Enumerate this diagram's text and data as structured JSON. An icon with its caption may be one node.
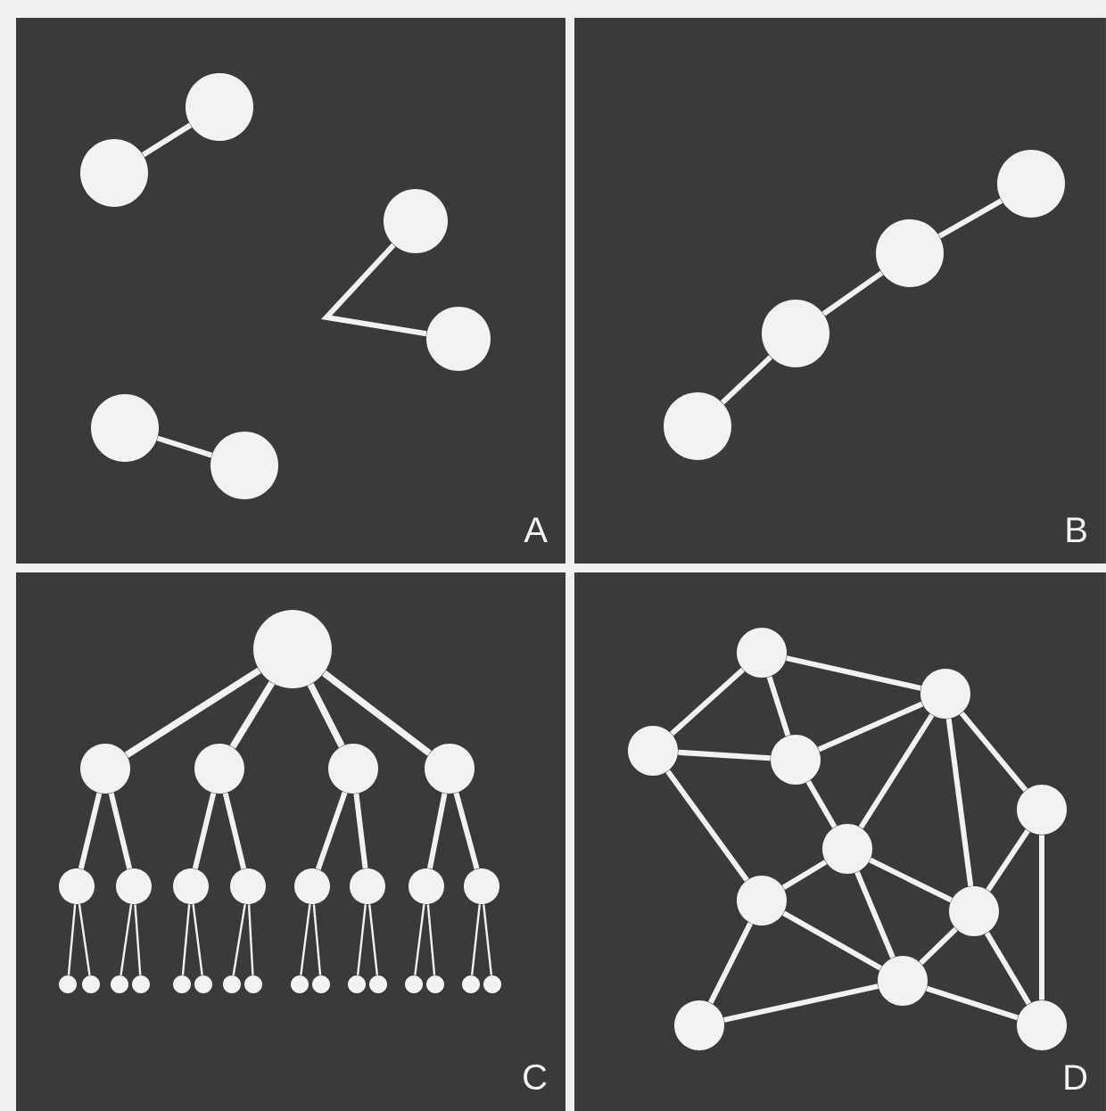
{
  "diagram": {
    "nodes": [
      {
        "text": [
          "A"
        ]
      },
      {
        "text": [],
        "shape": "circle",
        "in": 0
      },
      {
        "text": [],
        "shape": "circle",
        "in": 0
      },
      {
        "text": [],
        "shape": "circle",
        "in": 0
      },
      {
        "text": [],
        "shape": "circle",
        "in": 0
      },
      {
        "text": [],
        "shape": "circle",
        "in": 0
      },
      {
        "text": [],
        "shape": "circle",
        "in": 0
      },
      {
        "text": [
          "B"
        ]
      },
      {
        "text": [],
        "shape": "circle",
        "in": 7
      },
      {
        "text": [],
        "shape": "circle",
        "in": 7
      },
      {
        "text": [],
        "shape": "circle",
        "in": 7
      },
      {
        "text": [],
        "shape": "circle",
        "in": 7
      },
      {
        "text": [
          "C"
        ]
      },
      {
        "text": [],
        "shape": "circle",
        "in": 12
      },
      {
        "text": [],
        "shape": "circle",
        "in": 12
      },
      {
        "text": [],
        "shape": "circle",
        "in": 12
      },
      {
        "text": [],
        "shape": "circle",
        "in": 12
      },
      {
        "text": [],
        "shape": "circle",
        "in": 12
      },
      {
        "text": [],
        "shape": "circle",
        "in": 12
      },
      {
        "text": [],
        "shape": "circle",
        "in": 12
      },
      {
        "text": [],
        "shape": "circle",
        "in": 12
      },
      {
        "text": [],
        "shape": "circle",
        "in": 12
      },
      {
        "text": [],
        "shape": "circle",
        "in": 12
      },
      {
        "text": [],
        "shape": "circle",
        "in": 12
      },
      {
        "text": [],
        "shape": "circle",
        "in": 12
      },
      {
        "text": [],
        "shape": "circle",
        "in": 12
      },
      {
        "text": [],
        "shape": "circle",
        "in": 12
      },
      {
        "text": [],
        "shape": "circle",
        "in": 12
      },
      {
        "text": [],
        "shape": "circle",
        "in": 12
      },
      {
        "text": [],
        "shape": "circle",
        "in": 12
      },
      {
        "text": [],
        "shape": "circle",
        "in": 12
      },
      {
        "text": [],
        "shape": "circle",
        "in": 12
      },
      {
        "text": [],
        "shape": "circle",
        "in": 12
      },
      {
        "text": [],
        "shape": "circle",
        "in": 12
      },
      {
        "text": [],
        "shape": "circle",
        "in": 12
      },
      {
        "text": [],
        "shape": "circle",
        "in": 12
      },
      {
        "text": [],
        "shape": "circle",
        "in": 12
      },
      {
        "text": [],
        "shape": "circle",
        "in": 12
      },
      {
        "text": [],
        "shape": "circle",
        "in": 12
      },
      {
        "text": [],
        "shape": "circle",
        "in": 12
      },
      {
        "text": [],
        "shape": "circle",
        "in": 12
      },
      {
        "text": [],
        "shape": "circle",
        "in": 12
      },
      {
        "text": [
          "D"
        ]
      },
      {
        "text": [],
        "shape": "circle",
        "in": 42
      },
      {
        "text": [],
        "shape": "circle",
        "in": 42
      },
      {
        "text": [],
        "shape": "circle",
        "in": 42
      },
      {
        "text": [],
        "shape": "circle",
        "in": 42
      },
      {
        "text": [],
        "shape": "circle",
        "in": 42
      },
      {
        "text": [],
        "shape": "circle",
        "in": 42
      },
      {
        "text": [],
        "shape": "circle",
        "in": 42
      },
      {
        "text": [],
        "shape": "circle",
        "in": 42
      },
      {
        "text": [],
        "shape": "circle",
        "in": 42
      },
      {
        "text": [],
        "shape": "circle",
        "in": 42
      },
      {
        "text": [],
        "shape": "circle",
        "in": 42
      }
    ],
    "edges": [
      {
        "from": 1,
        "to": 2,
        "arrow": "none"
      },
      {
        "from": 3,
        "to": 4,
        "arrow": "none"
      },
      {
        "from": 5,
        "to": 6,
        "arrow": "none"
      },
      {
        "from": 8,
        "to": 9,
        "arrow": "none"
      },
      {
        "from": 9,
        "to": 10,
        "arrow": "none"
      },
      {
        "from": 10,
        "to": 11,
        "arrow": "none"
      },
      {
        "from": 13,
        "to": 14,
        "arrow": "none"
      },
      {
        "from": 13,
        "to": 15,
        "arrow": "none"
      },
      {
        "from": 13,
        "to": 16,
        "arrow": "none"
      },
      {
        "from": 13,
        "to": 17,
        "arrow": "none"
      },
      {
        "from": 14,
        "to": 18,
        "arrow": "none"
      },
      {
        "from": 14,
        "to": 19,
        "arrow": "none"
      },
      {
        "from": 15,
        "to": 20,
        "arrow": "none"
      },
      {
        "from": 15,
        "to": 21,
        "arrow": "none"
      },
      {
        "from": 16,
        "to": 22,
        "arrow": "none"
      },
      {
        "from": 16,
        "to": 23,
        "arrow": "none"
      },
      {
        "from": 17,
        "to": 24,
        "arrow": "none"
      },
      {
        "from": 17,
        "to": 25,
        "arrow": "none"
      },
      {
        "from": 18,
        "to": 26,
        "arrow": "none"
      },
      {
        "from": 18,
        "to": 27,
        "arrow": "none"
      },
      {
        "from": 19,
        "to": 28,
        "arrow": "none"
      },
      {
        "from": 19,
        "to": 29,
        "arrow": "none"
      },
      {
        "from": 20,
        "to": 30,
        "arrow": "none"
      },
      {
        "from": 20,
        "to": 31,
        "arrow": "none"
      },
      {
        "from": 21,
        "to": 32,
        "arrow": "none"
      },
      {
        "from": 21,
        "to": 33,
        "arrow": "none"
      },
      {
        "from": 22,
        "to": 34,
        "arrow": "none"
      },
      {
        "from": 22,
        "to": 35,
        "arrow": "none"
      },
      {
        "from": 23,
        "to": 36,
        "arrow": "none"
      },
      {
        "from": 23,
        "to": 37,
        "arrow": "none"
      },
      {
        "from": 24,
        "to": 38,
        "arrow": "none"
      },
      {
        "from": 24,
        "to": 39,
        "arrow": "none"
      },
      {
        "from": 25,
        "to": 40,
        "arrow": "none"
      },
      {
        "from": 25,
        "to": 41,
        "arrow": "none"
      },
      {
        "from": 43,
        "to": 45,
        "arrow": "none"
      },
      {
        "from": 43,
        "to": 44,
        "arrow": "none"
      },
      {
        "from": 43,
        "to": 46,
        "arrow": "none"
      },
      {
        "from": 45,
        "to": 46,
        "arrow": "none"
      },
      {
        "from": 46,
        "to": 44,
        "arrow": "none"
      },
      {
        "from": 45,
        "to": 49,
        "arrow": "none"
      },
      {
        "from": 46,
        "to": 48,
        "arrow": "none"
      },
      {
        "from": 48,
        "to": 44,
        "arrow": "none"
      },
      {
        "from": 44,
        "to": 50,
        "arrow": "none"
      },
      {
        "from": 44,
        "to": 47,
        "arrow": "none"
      },
      {
        "from": 47,
        "to": 50,
        "arrow": "none"
      },
      {
        "from": 47,
        "to": 53,
        "arrow": "none"
      },
      {
        "from": 48,
        "to": 49,
        "arrow": "none"
      },
      {
        "from": 48,
        "to": 50,
        "arrow": "none"
      },
      {
        "from": 48,
        "to": 51,
        "arrow": "none"
      },
      {
        "from": 49,
        "to": 51,
        "arrow": "none"
      },
      {
        "from": 49,
        "to": 52,
        "arrow": "none"
      },
      {
        "from": 52,
        "to": 51,
        "arrow": "none"
      },
      {
        "from": 51,
        "to": 50,
        "arrow": "none"
      },
      {
        "from": 51,
        "to": 53,
        "arrow": "none"
      },
      {
        "from": 50,
        "to": 53,
        "arrow": "none"
      }
    ]
  }
}
